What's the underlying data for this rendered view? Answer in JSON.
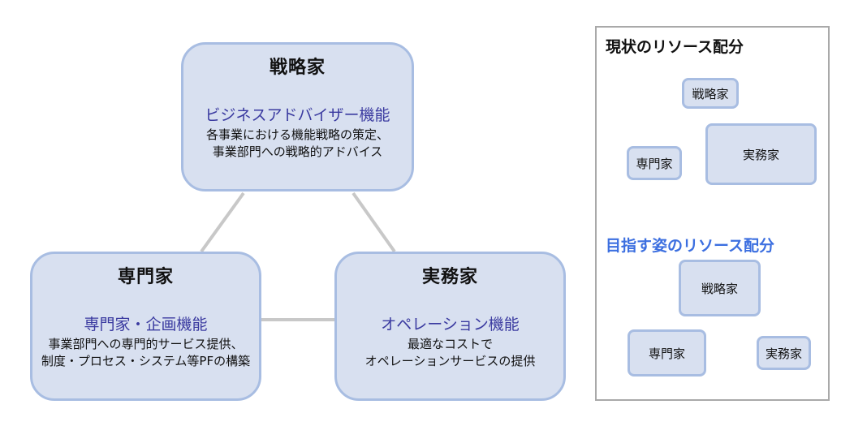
{
  "main_diagram": {
    "strategist": {
      "title": "戦略家",
      "function": "ビジネスアドバイザー機能",
      "desc_line1": "各事業における機能戦略の策定、",
      "desc_line2": "事業部門への戦略的アドバイス"
    },
    "specialist": {
      "title": "専門家",
      "function": "専門家・企画機能",
      "desc_line1": "事業部門への専門的サービス提供、",
      "desc_line2": "制度・プロセス・システム等PFの構築"
    },
    "practitioner": {
      "title": "実務家",
      "function": "オペレーション機能",
      "desc_line1": "最適なコストで",
      "desc_line2": "オペレーションサービスの提供"
    }
  },
  "side_panel": {
    "current": {
      "title": "現状のリソース配分",
      "strategist": "戦略家",
      "specialist": "専門家",
      "practitioner": "実務家"
    },
    "target": {
      "title": "目指す姿のリソース配分",
      "title_color": "#3c6fe0",
      "strategist": "戦略家",
      "specialist": "専門家",
      "practitioner": "実務家"
    }
  },
  "colors": {
    "node_fill": "#d8e0f0",
    "node_border": "#a8bde2",
    "function_text": "#3a3aa0",
    "connector": "#c8c8c8"
  }
}
